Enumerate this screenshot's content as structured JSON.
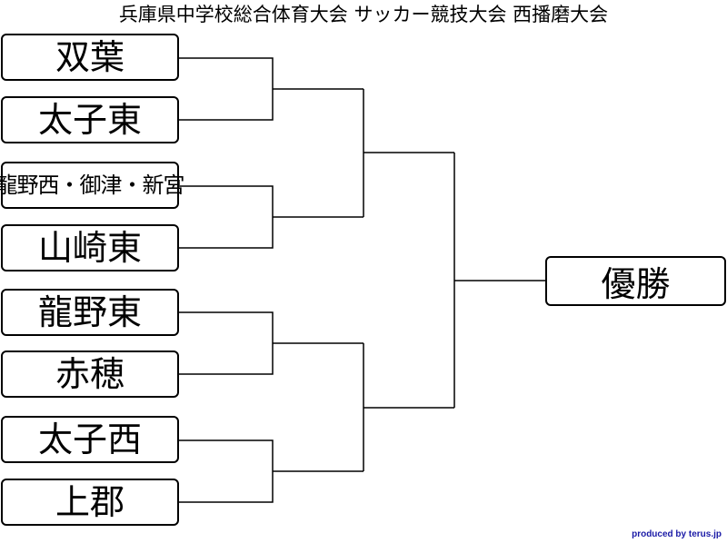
{
  "title": "兵庫県中学校総合体育大会 サッカー競技大会 西播磨大会",
  "teams": [
    {
      "name": "双葉"
    },
    {
      "name": "太子東"
    },
    {
      "name": "龍野西・御津・新宮"
    },
    {
      "name": "山崎東"
    },
    {
      "name": "龍野東"
    },
    {
      "name": "赤穂"
    },
    {
      "name": "太子西"
    },
    {
      "name": "上郡"
    }
  ],
  "winner_label": "優勝",
  "credit": "produced by terus.jp"
}
